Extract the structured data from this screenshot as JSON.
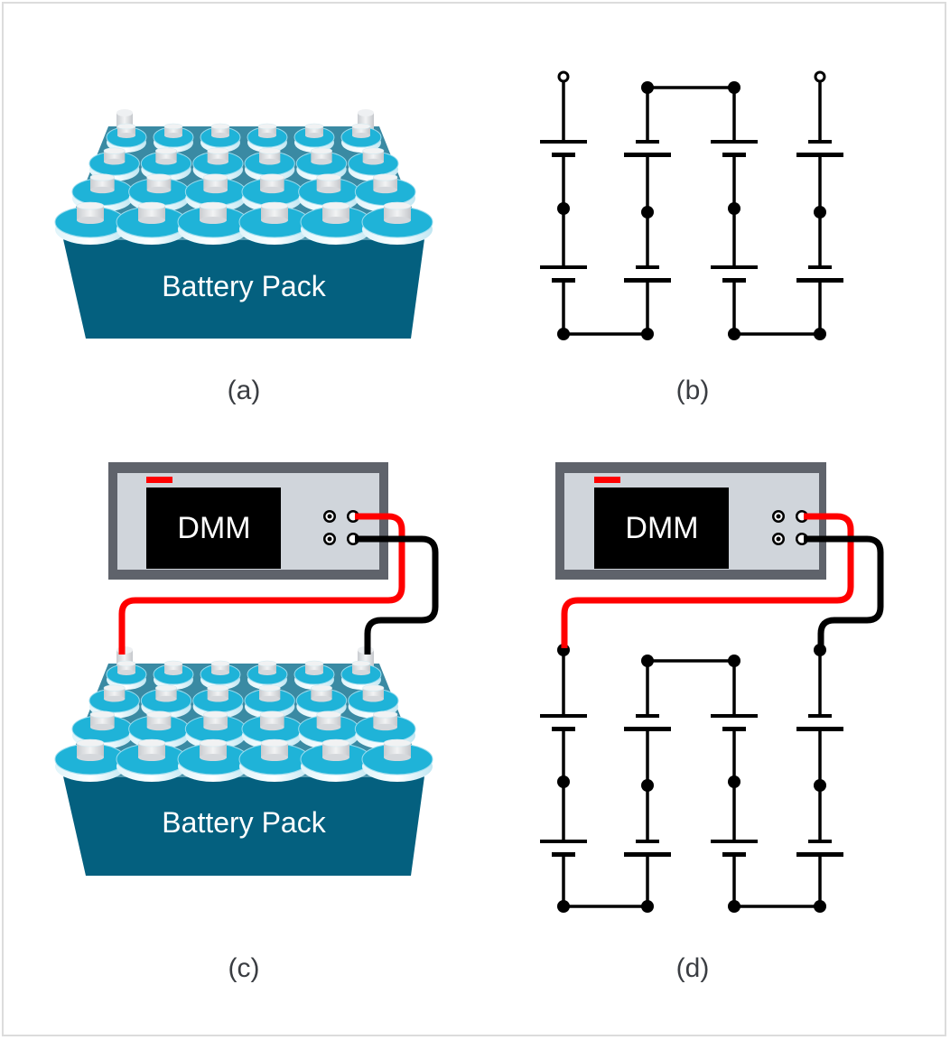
{
  "figure": {
    "panels": [
      {
        "id": "a",
        "caption": "(a)",
        "kind": "battery-pack",
        "label": "Battery Pack"
      },
      {
        "id": "b",
        "caption": "(b)",
        "kind": "schematic",
        "columns": 4,
        "cells_per_column": 2
      },
      {
        "id": "c",
        "caption": "(c)",
        "kind": "battery-pack-with-dmm",
        "label": "Battery Pack",
        "meter_label": "DMM"
      },
      {
        "id": "d",
        "caption": "(d)",
        "kind": "schematic-with-dmm",
        "meter_label": "DMM",
        "columns": 4,
        "cells_per_column": 2
      }
    ],
    "pack": {
      "rows": 4,
      "cols": 6
    },
    "colors": {
      "pack_front": "#04607f",
      "pack_top": "#3a8aa3",
      "cell_blue": "#1fb3d8",
      "cell_cap": "#e2e4e6",
      "dmm_frame": "#5f636b",
      "dmm_face": "#d0d5db",
      "dmm_screen": "#000000",
      "lead_positive": "#ff0000",
      "lead_negative": "#000000",
      "caption_text": "#3a3d42",
      "border": "#dcdcdc"
    }
  }
}
